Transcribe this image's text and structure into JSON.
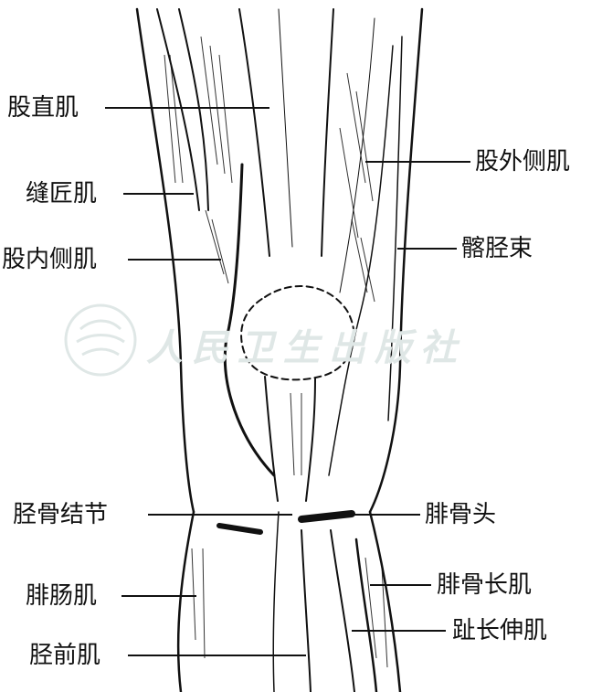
{
  "labels": {
    "rectus_femoris": "股直肌",
    "sartorius": "缝匠肌",
    "vastus_medialis": "股内侧肌",
    "vastus_lateralis": "股外侧肌",
    "iliotibial_tract": "髂胫束",
    "tibial_tuberosity": "胫骨结节",
    "fibular_head": "腓骨头",
    "gastrocnemius": "腓肠肌",
    "peroneus_longus": "腓骨长肌",
    "tibialis_anterior": "胫前肌",
    "extensor_digitorum_longus": "趾长伸肌"
  },
  "watermark": {
    "text": "人民卫生出版社",
    "logo_icon": "publisher-logo-icon",
    "color": "#dfe7e6"
  },
  "colors": {
    "ink": "#111111",
    "background": "#ffffff"
  }
}
